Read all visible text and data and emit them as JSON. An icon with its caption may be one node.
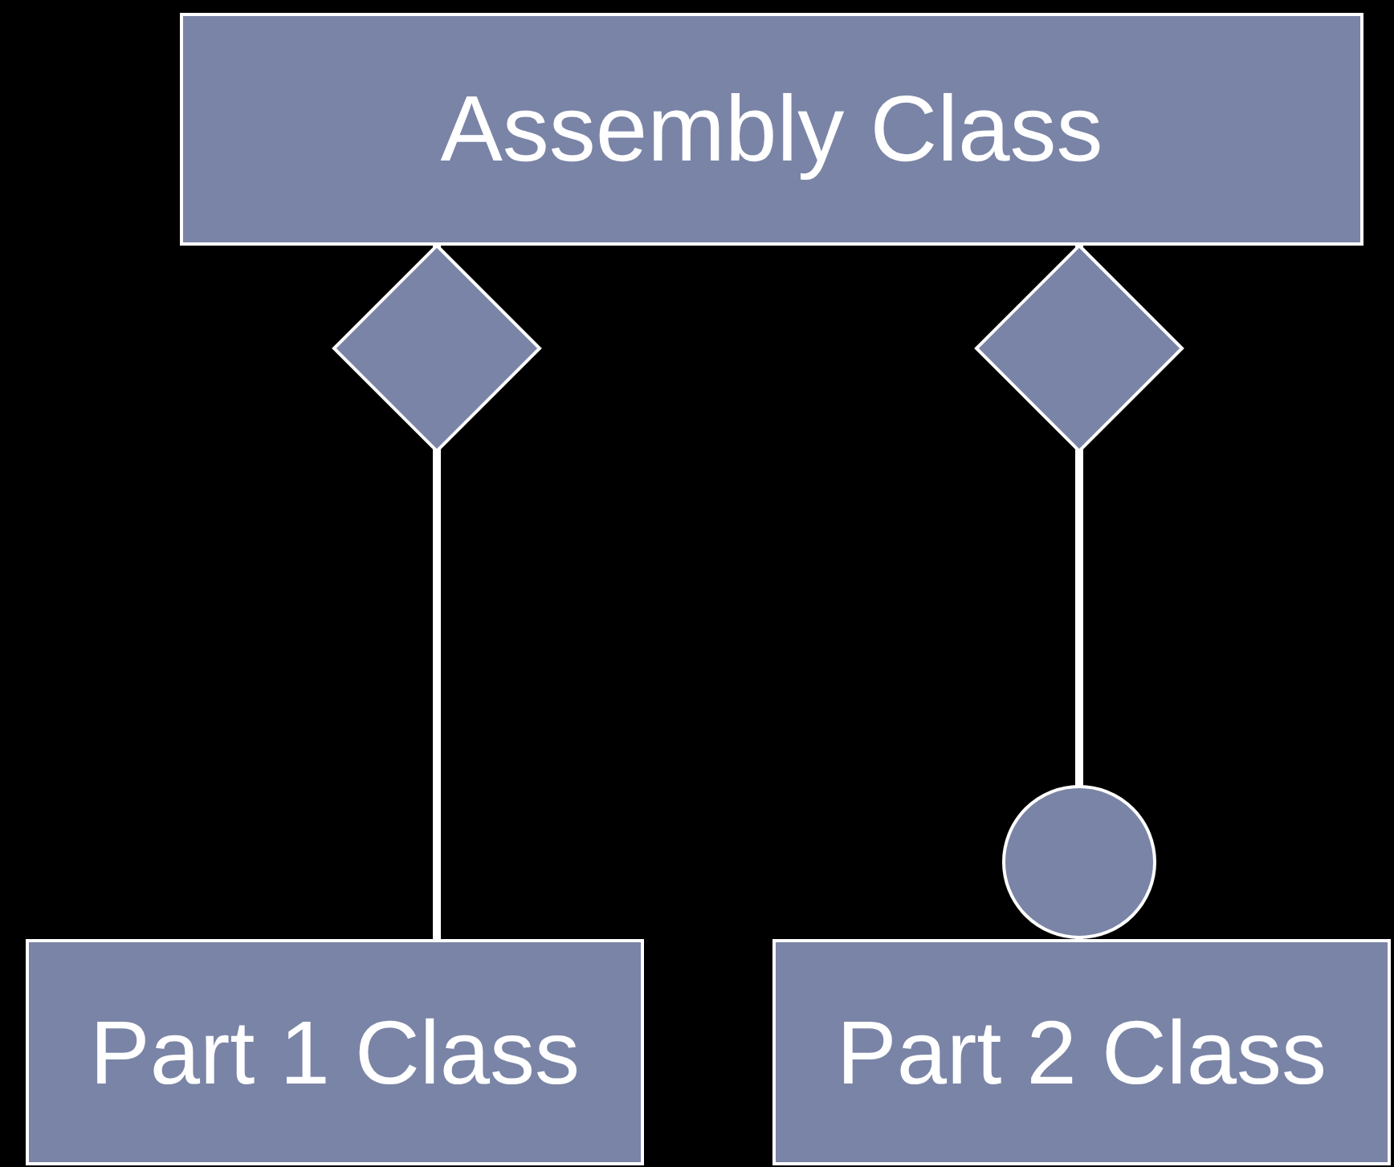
{
  "diagram": {
    "nodes": [
      {
        "text": [
          "Assembly Class"
        ]
      },
      {
        "text": [
          "Part 1 Class"
        ]
      },
      {
        "text": [
          "Part 2 Class"
        ]
      }
    ],
    "edges": [
      {
        "from": 0,
        "to": 1,
        "arrow": "other"
      },
      {
        "from": 0,
        "to": 2,
        "arrow": "other"
      }
    ]
  }
}
